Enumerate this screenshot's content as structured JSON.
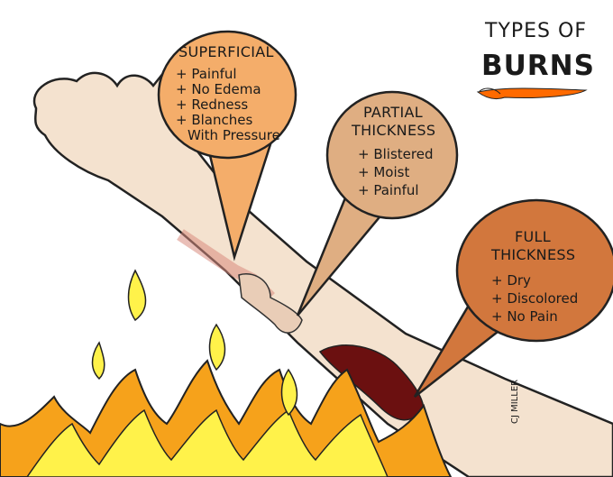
{
  "header": {
    "title_line1": "TYPES OF",
    "title_line2": "BURNS"
  },
  "bubbles": [
    {
      "title": "SUPERFICIAL",
      "items": [
        "+ Painful",
        "+ No Edema",
        "+ Redness",
        "+ Blanches",
        "With Pressure"
      ]
    },
    {
      "title": "PARTIAL",
      "title2": "THICKNESS",
      "items": [
        "+ Blistered",
        "+ Moist",
        "+ Painful"
      ]
    },
    {
      "title": "FULL",
      "title2": "THICKNESS",
      "items": [
        "+ Dry",
        "+ Discolored",
        "+ No Pain"
      ]
    }
  ],
  "signature": "CJ MILLER",
  "colors": {
    "superficial": "#f4ad6a",
    "partial": "#dfae82",
    "full": "#d2773d",
    "skin": "#f4e2cf",
    "flame_outer": "#f6a21b",
    "flame_inner": "#fff24a"
  }
}
